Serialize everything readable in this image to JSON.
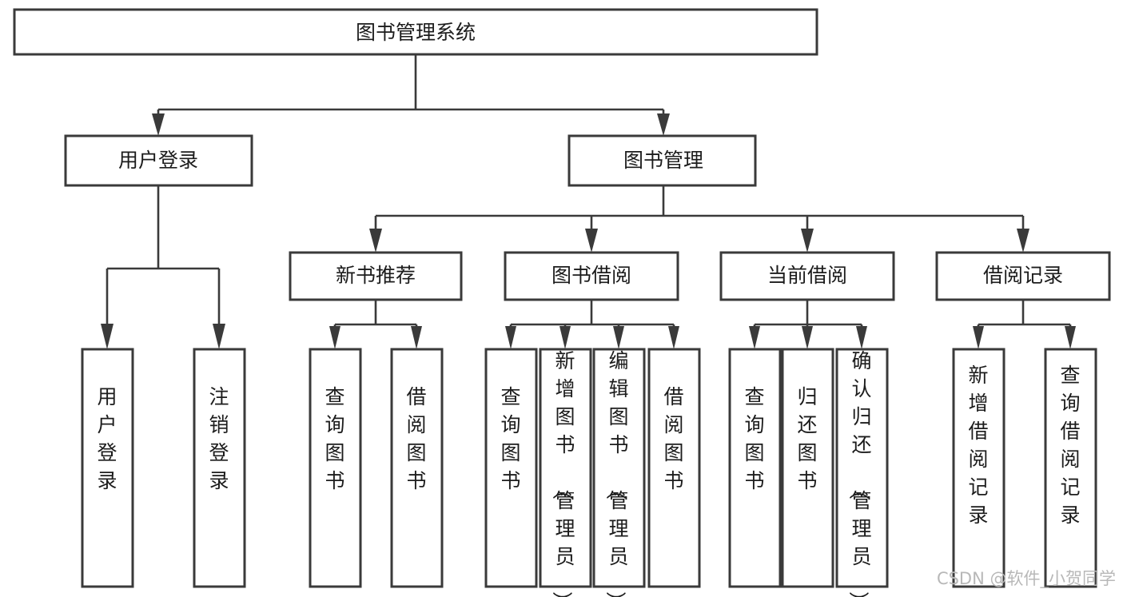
{
  "diagram": {
    "title": "图书管理系统",
    "type": "tree-hierarchy",
    "orientation": "top-down",
    "colors": {
      "box_stroke": "#3a3a3a",
      "box_fill": "#ffffff",
      "connector": "#3a3a3a",
      "text": "#1c1c1c",
      "watermark": "#b8b8b8",
      "background": "#ffffff"
    },
    "root": {
      "label": "图书管理系统"
    },
    "level2": [
      {
        "label": "用户登录"
      },
      {
        "label": "图书管理"
      }
    ],
    "level3": [
      {
        "label": "新书推荐"
      },
      {
        "label": "图书借阅"
      },
      {
        "label": "当前借阅"
      },
      {
        "label": "借阅记录"
      }
    ],
    "leaves": {
      "user_login": [
        {
          "label": "用户登录"
        },
        {
          "label": "注销登录"
        }
      ],
      "new_book_recommend": [
        {
          "label": "查询图书"
        },
        {
          "label": "借阅图书"
        }
      ],
      "book_borrow": [
        {
          "label": "查询图书"
        },
        {
          "label": "新增图书（管理员）"
        },
        {
          "label": "编辑图书（管理员）"
        },
        {
          "label": "借阅图书"
        }
      ],
      "current_borrow": [
        {
          "label": "查询图书"
        },
        {
          "label": "归还图书"
        },
        {
          "label": "确认归还（管理员）"
        }
      ],
      "borrow_record": [
        {
          "label": "新增借阅记录"
        },
        {
          "label": "查询借阅记录"
        }
      ]
    }
  },
  "watermark": {
    "text": "CSDN @软件_小贺同学"
  }
}
